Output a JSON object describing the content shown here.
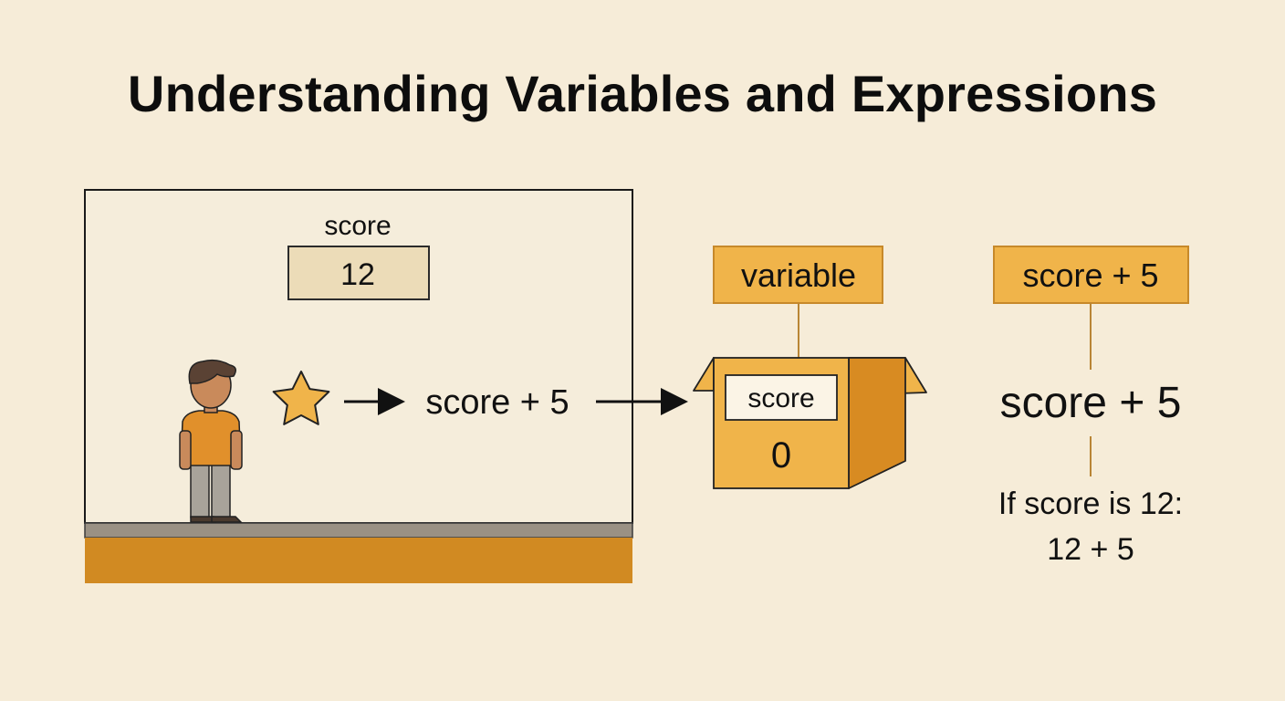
{
  "title": "Understanding Variables and Expressions",
  "game_scene": {
    "score_label": "score",
    "score_value": "12",
    "expression": "score + 5"
  },
  "variable_box": {
    "tag_label": "variable",
    "name_label": "score",
    "value": "0"
  },
  "expression_panel": {
    "tag_label": "score + 5",
    "expression": "score + 5",
    "condition": "If score is 12:",
    "substitution": "12 + 5"
  },
  "colors": {
    "background": "#f6ecd8",
    "accent_orange": "#f0b44a",
    "ground": "#d18a22",
    "floor_strip": "#9a9184",
    "score_box": "#ecdcb8"
  },
  "icons": [
    "person-icon",
    "star-icon",
    "arrow-right-icon",
    "cardboard-box-icon"
  ]
}
